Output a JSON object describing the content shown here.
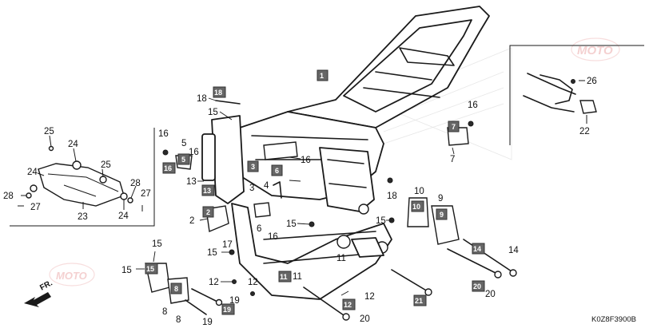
{
  "diagram_code": "K0Z8F3900B",
  "front_label": "FR.",
  "watermark_text": "MOTO",
  "accent_color": "#e07a7a",
  "box_color": "#666666",
  "boxed_labels": [
    "1",
    "18",
    "5",
    "16",
    "3",
    "6",
    "13",
    "2",
    "15",
    "7",
    "10",
    "9",
    "14",
    "20",
    "11",
    "12",
    "21",
    "8",
    "19"
  ],
  "callouts": [
    "25",
    "24",
    "25",
    "24",
    "28",
    "28",
    "27",
    "27",
    "24",
    "23",
    "16",
    "5",
    "16",
    "18",
    "15",
    "13",
    "2",
    "3",
    "4",
    "16",
    "6",
    "16",
    "15",
    "17",
    "15",
    "12",
    "12",
    "19",
    "8",
    "8",
    "19",
    "16",
    "7",
    "18",
    "10",
    "9",
    "15",
    "14",
    "20",
    "11",
    "11",
    "12",
    "20",
    "22",
    "26",
    "15"
  ]
}
